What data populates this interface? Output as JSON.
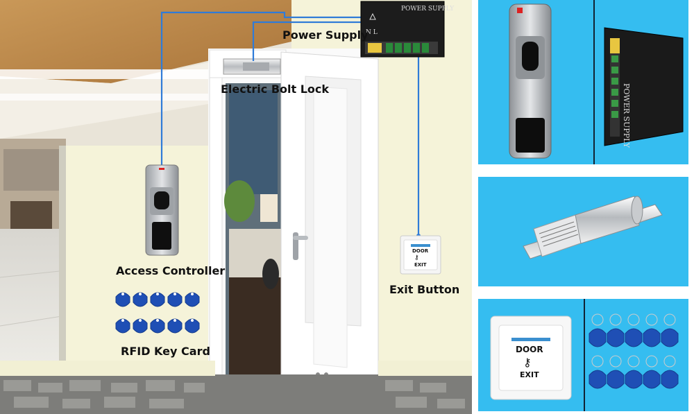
{
  "diagram": {
    "labels": {
      "power_supply": "Power Supply",
      "electric_bolt_lock": "Electric Bolt Lock",
      "access_controller": "Access Controller",
      "rfid_key_card": "RFID Key Card",
      "exit_button": "Exit Button"
    },
    "exit_button_face": {
      "top": "DOOR",
      "bottom": "EXIT"
    },
    "psu_face": {
      "title": "POWER SUPPLY",
      "terminals": "N L"
    },
    "wire_color": "#2f7bd8",
    "panel_color": "#35bdf0",
    "tag_color": "#1f4fb5"
  },
  "products": {
    "psu_label": "POWER SUPPLY",
    "exit_top": "DOOR",
    "exit_bottom": "EXIT"
  }
}
